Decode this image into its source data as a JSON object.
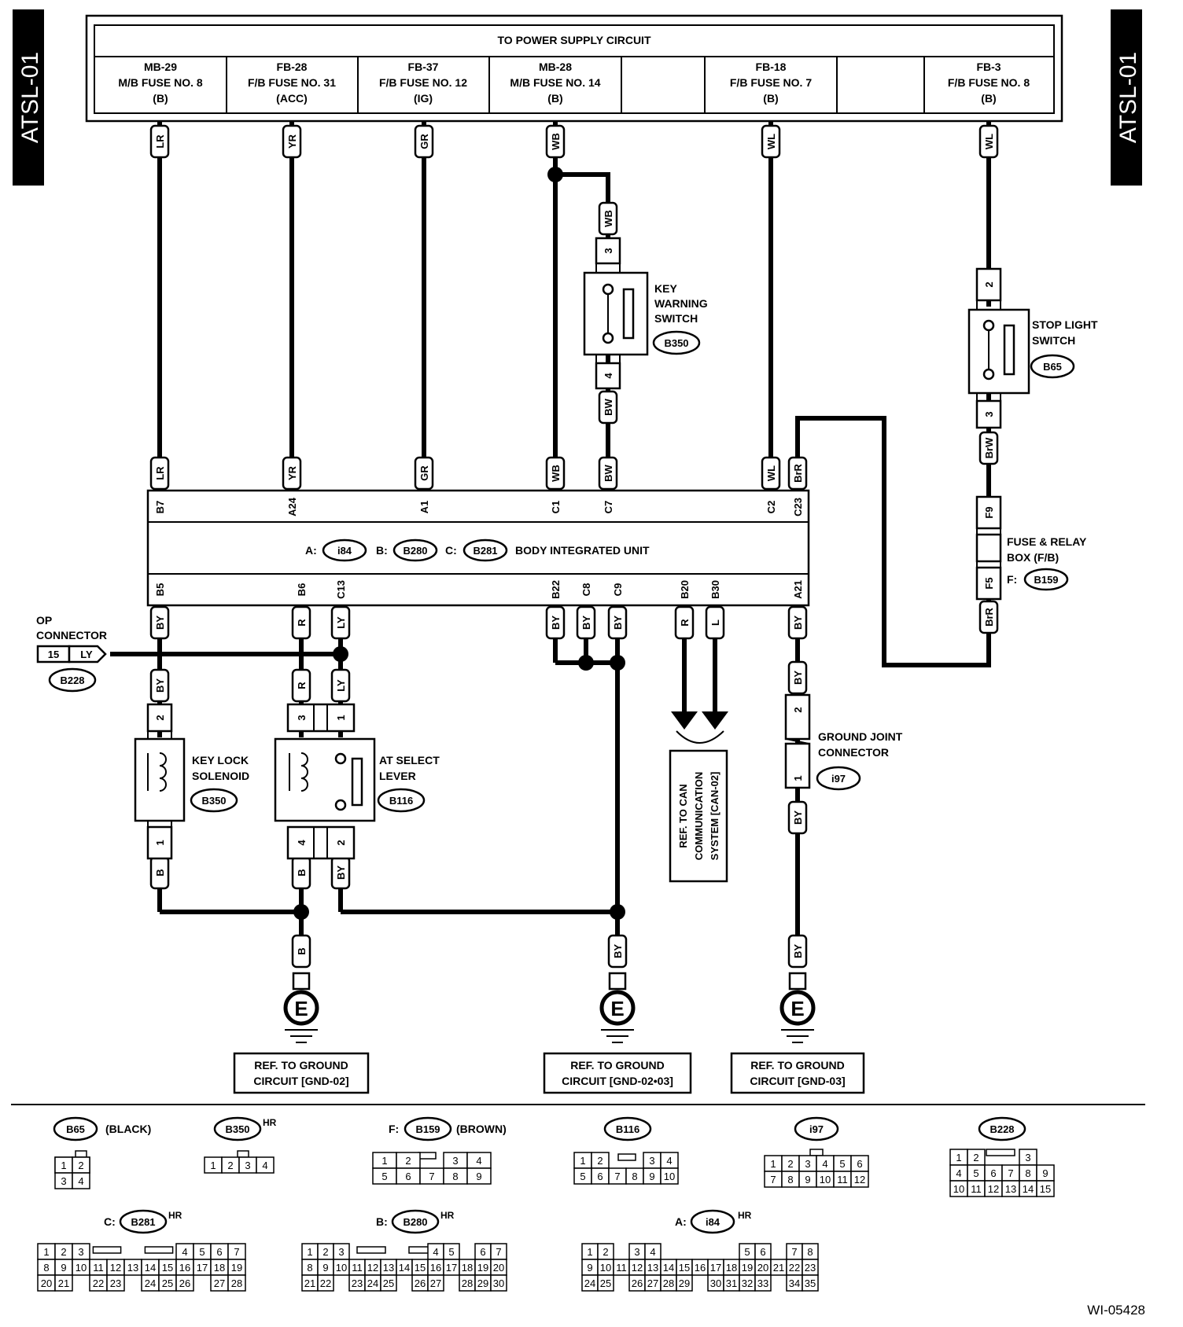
{
  "side_tab": "ATSL-01",
  "power_header": "TO POWER SUPPLY CIRCUIT",
  "fuses": [
    {
      "id": "MB-29",
      "line2": "M/B FUSE NO. 8",
      "line3": "(B)"
    },
    {
      "id": "FB-28",
      "line2": "F/B FUSE NO. 31",
      "line3": "(ACC)"
    },
    {
      "id": "FB-37",
      "line2": "F/B FUSE NO. 12",
      "line3": "(IG)"
    },
    {
      "id": "MB-28",
      "line2": "M/B FUSE NO. 14",
      "line3": "(B)"
    },
    {
      "id": "FB-18",
      "line2": "F/B FUSE NO. 7",
      "line3": "(B)"
    },
    {
      "id": "FB-3",
      "line2": "F/B FUSE NO. 8",
      "line3": "(B)"
    }
  ],
  "wires": {
    "LR": "LR",
    "YR": "YR",
    "GR": "GR",
    "WB": "WB",
    "WL": "WL",
    "BW": "BW",
    "BrR": "BrR",
    "BrW": "BrW",
    "BY": "BY",
    "R": "R",
    "LY": "LY",
    "L": "L",
    "B": "B"
  },
  "pins": {
    "B7": "B7",
    "A24": "A24",
    "A1": "A1",
    "C1": "C1",
    "C7": "C7",
    "C2": "C2",
    "C23": "C23",
    "B5": "B5",
    "B6": "B6",
    "C13": "C13",
    "B22": "B22",
    "C8": "C8",
    "C9": "C9",
    "B20": "B20",
    "B30": "B30",
    "A21": "A21",
    "F9": "F9",
    "F5": "F5",
    "p1": "1",
    "p2": "2",
    "p3": "3",
    "p4": "4",
    "p15": "15"
  },
  "biu": {
    "label": "BODY INTEGRATED UNIT",
    "a": "A:",
    "b": "B:",
    "c": "C:",
    "a_conn": "i84",
    "b_conn": "B280",
    "c_conn": "B281"
  },
  "components": {
    "key_warning": {
      "l1": "KEY",
      "l2": "WARNING",
      "l3": "SWITCH",
      "conn": "B350"
    },
    "stop_light": {
      "l1": "STOP LIGHT",
      "l2": "SWITCH",
      "conn": "B65"
    },
    "fuse_relay": {
      "l1": "FUSE & RELAY",
      "l2": "BOX (F/B)",
      "prefix": "F:",
      "conn": "B159"
    },
    "op_connector": {
      "l1": "OP",
      "l2": "CONNECTOR",
      "conn": "B228"
    },
    "key_lock": {
      "l1": "KEY LOCK",
      "l2": "SOLENOID",
      "conn": "B350"
    },
    "at_select": {
      "l1": "AT SELECT",
      "l2": "LEVER",
      "conn": "B116"
    },
    "ground_joint": {
      "l1": "GROUND JOINT",
      "l2": "CONNECTOR",
      "conn": "i97"
    }
  },
  "can_ref": {
    "l1": "REF. TO CAN",
    "l2": "COMMUNICATION",
    "l3": "SYSTEM [CAN-02]"
  },
  "grounds": [
    {
      "symbol": "E",
      "l1": "REF. TO GROUND",
      "l2": "CIRCUIT [GND-02]"
    },
    {
      "symbol": "E",
      "l1": "REF. TO GROUND",
      "l2": "CIRCUIT [GND-02•03]"
    },
    {
      "symbol": "E",
      "l1": "REF. TO GROUND",
      "l2": "CIRCUIT [GND-03]"
    }
  ],
  "connector_views": {
    "b65": {
      "name": "B65",
      "note": "(BLACK)",
      "cells": [
        "1",
        "2",
        "3",
        "4"
      ]
    },
    "b350": {
      "name": "B350",
      "note": "HR",
      "cells": [
        "1",
        "2",
        "3",
        "4"
      ]
    },
    "b159": {
      "name": "B159",
      "prefix": "F:",
      "note": "(BROWN)",
      "row1": [
        "1",
        "2",
        "3",
        "4"
      ],
      "row2": [
        "5",
        "6",
        "7",
        "8",
        "9"
      ]
    },
    "b116": {
      "name": "B116",
      "row1": [
        "1",
        "2",
        "3",
        "4"
      ],
      "row2": [
        "5",
        "6",
        "7",
        "8",
        "9",
        "10"
      ]
    },
    "i97": {
      "name": "i97",
      "row1": [
        "1",
        "2",
        "3",
        "4",
        "5",
        "6"
      ],
      "row2": [
        "7",
        "8",
        "9",
        "10",
        "11",
        "12"
      ]
    },
    "b228": {
      "name": "B228",
      "row1": [
        "1",
        "2",
        "3"
      ],
      "row2": [
        "4",
        "5",
        "6",
        "7",
        "8",
        "9"
      ],
      "row3": [
        "10",
        "11",
        "12",
        "13",
        "14",
        "15"
      ]
    },
    "b281": {
      "name": "B281",
      "prefix": "C:",
      "note": "HR",
      "row1": [
        "1",
        "2",
        "3",
        "4",
        "5",
        "6",
        "7"
      ],
      "row2": [
        "8",
        "9",
        "10",
        "11",
        "12",
        "13",
        "14",
        "15",
        "16",
        "17",
        "18",
        "19"
      ],
      "row3": [
        "20",
        "21",
        "22",
        "23",
        "24",
        "25",
        "26",
        "27",
        "28"
      ]
    },
    "b280": {
      "name": "B280",
      "prefix": "B:",
      "note": "HR",
      "row1": [
        "1",
        "2",
        "3",
        "4",
        "5",
        "6",
        "7"
      ],
      "row2": [
        "8",
        "9",
        "10",
        "11",
        "12",
        "13",
        "14",
        "15",
        "16",
        "17",
        "18",
        "19",
        "20"
      ],
      "row3": [
        "21",
        "22",
        "23",
        "24",
        "25",
        "26",
        "27",
        "28",
        "29",
        "30"
      ]
    },
    "i84": {
      "name": "i84",
      "prefix": "A:",
      "note": "HR",
      "row1": [
        "1",
        "2",
        "3",
        "4",
        "5",
        "6",
        "7",
        "8"
      ],
      "row2": [
        "9",
        "10",
        "11",
        "12",
        "13",
        "14",
        "15",
        "16",
        "17",
        "18",
        "19",
        "20",
        "21",
        "22",
        "23"
      ],
      "row3": [
        "24",
        "25",
        "26",
        "27",
        "28",
        "29",
        "30",
        "31",
        "32",
        "33",
        "34",
        "35"
      ]
    }
  },
  "figure_id": "WI-05428"
}
